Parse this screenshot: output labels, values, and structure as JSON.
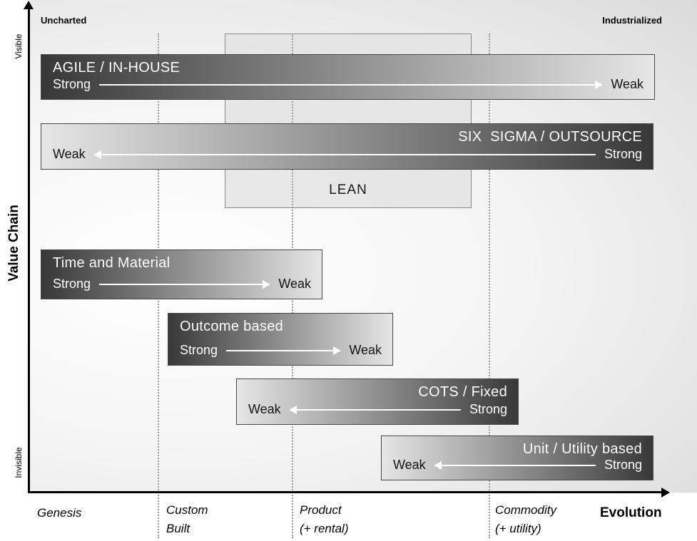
{
  "axes": {
    "top_left": "Uncharted",
    "top_right": "Industrialized",
    "y_title": "Value Chain",
    "y_top": "Visible",
    "y_bottom": "Invisible",
    "x_title": "Evolution"
  },
  "stages": [
    {
      "line1": "Genesis",
      "line2": ""
    },
    {
      "line1": "Custom",
      "line2": "Built"
    },
    {
      "line1": "Product",
      "line2": "(+ rental)"
    },
    {
      "line1": "Commodity",
      "line2": "(+ utility)"
    }
  ],
  "lean": {
    "label": "LEAN"
  },
  "bars": [
    {
      "title": "AGILE / IN-HOUSE",
      "left_label": "Strong",
      "right_label": "Weak",
      "direction": "left-to-right"
    },
    {
      "title": "SIX  SIGMA / OUTSOURCE",
      "left_label": "Weak",
      "right_label": "Strong",
      "direction": "right-to-left"
    },
    {
      "title": "Time and Material",
      "left_label": "Strong",
      "right_label": "Weak",
      "direction": "left-to-right"
    },
    {
      "title": "Outcome based",
      "left_label": "Strong",
      "right_label": "Weak",
      "direction": "left-to-right"
    },
    {
      "title": "COTS / Fixed",
      "left_label": "Weak",
      "right_label": "Strong",
      "direction": "right-to-left"
    },
    {
      "title": "Unit / Utility based",
      "left_label": "Weak",
      "right_label": "Strong",
      "direction": "right-to-left"
    }
  ],
  "colors": {
    "bar_dark": "#383838",
    "bar_light": "#e6e6e6",
    "arrow": "#ffffff",
    "lean_fill": "#e4e4e4",
    "boundary_line": "#9b9b9b"
  }
}
